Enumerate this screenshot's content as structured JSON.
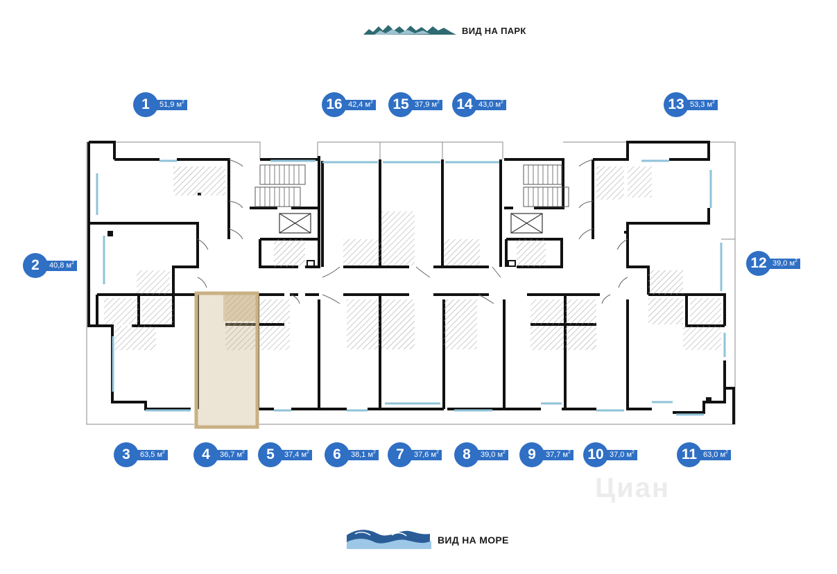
{
  "top_label": "ВИД НА ПАРК",
  "bottom_label": "ВИД НА МОРЕ",
  "area_unit": "м",
  "area_unit_sup": "2",
  "accent_color": "#2f6fc4",
  "highlight_color": "#c9b184",
  "watermark_text": "Циан",
  "selected_unit": "4",
  "units": [
    {
      "number": "1",
      "area": "51,9"
    },
    {
      "number": "16",
      "area": "42,4"
    },
    {
      "number": "15",
      "area": "37,9"
    },
    {
      "number": "14",
      "area": "43,0"
    },
    {
      "number": "13",
      "area": "53,3"
    },
    {
      "number": "2",
      "area": "40,8"
    },
    {
      "number": "12",
      "area": "39,0"
    },
    {
      "number": "3",
      "area": "63,5"
    },
    {
      "number": "4",
      "area": "36,7"
    },
    {
      "number": "5",
      "area": "37,4"
    },
    {
      "number": "6",
      "area": "38,1"
    },
    {
      "number": "7",
      "area": "37,6"
    },
    {
      "number": "8",
      "area": "39,0"
    },
    {
      "number": "9",
      "area": "37,7"
    },
    {
      "number": "10",
      "area": "37,0"
    },
    {
      "number": "11",
      "area": "63,0"
    }
  ]
}
